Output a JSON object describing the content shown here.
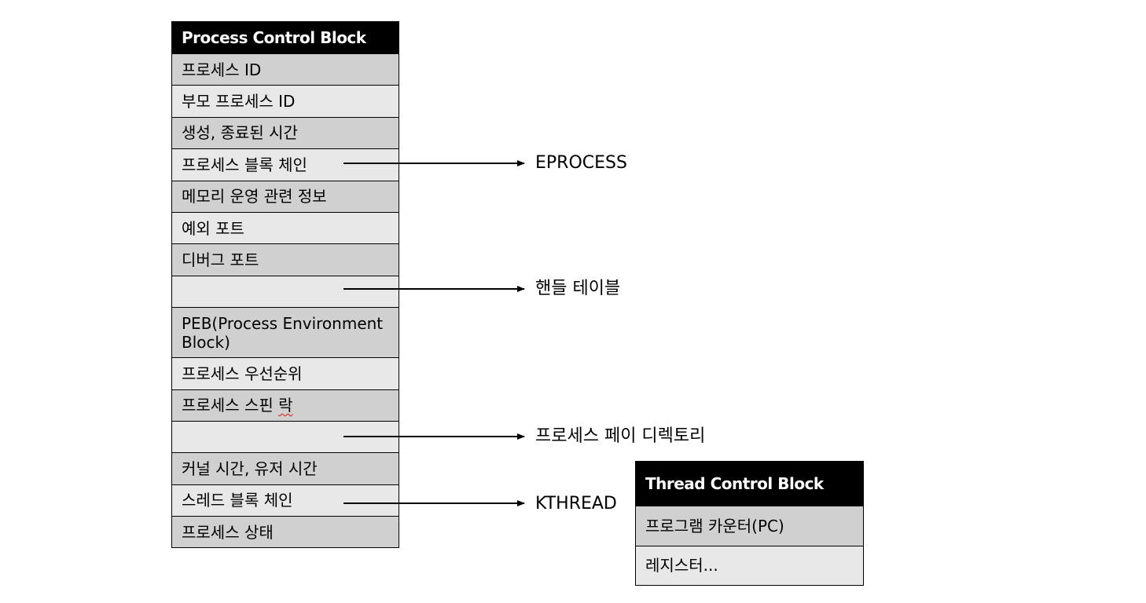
{
  "process_control_block": {
    "title": "Process Control Block",
    "fields": [
      "프로세스 ID",
      "부모 프로세스 ID",
      "생성, 종료된 시간",
      "프로세스 블록 체인",
      "메모리 운영 관련 정보",
      "예외 포트",
      "디버그 포트",
      "",
      "PEB(Process Environment Block)",
      "프로세스 우선순위",
      "프로세스 스핀",
      "",
      "커널 시간, 유저 시간",
      "스레드 블록 체인",
      "프로세스 상태"
    ],
    "spin_lock_suffix": "락"
  },
  "callouts": {
    "eprocess": "EPROCESS",
    "handle_table": "핸들 테이블",
    "page_directory": "프로세스 페이 디렉토리",
    "kthread": "KTHREAD"
  },
  "thread_control_block": {
    "title": "Thread Control Block",
    "fields": [
      "프로그램 카운터(PC)",
      "레지스터..."
    ]
  }
}
